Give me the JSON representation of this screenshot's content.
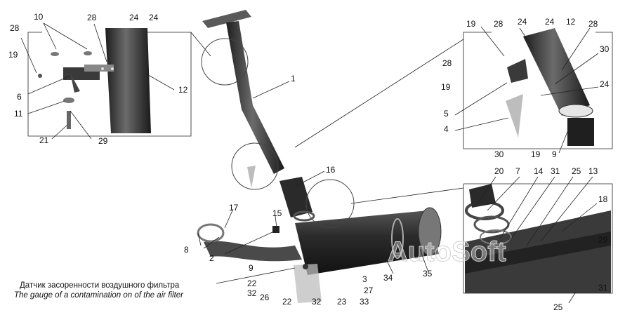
{
  "caption": {
    "ru": "Датчик засоренности воздушного фильтра",
    "en": "The gauge of a contamination on of the air filter"
  },
  "watermark": "AutoSoft",
  "callouts": {
    "left_inset": [
      "28",
      "19",
      "10",
      "28",
      "24",
      "24",
      "6",
      "11",
      "21",
      "29",
      "12"
    ],
    "main": [
      "1",
      "16",
      "17",
      "15",
      "8",
      "2",
      "9",
      "22",
      "32",
      "26",
      "22",
      "32",
      "23",
      "33",
      "27",
      "3",
      "34",
      "35"
    ],
    "right_top_inset": [
      "19",
      "28",
      "24",
      "24",
      "12",
      "28",
      "30",
      "28",
      "19",
      "24",
      "5",
      "4",
      "30",
      "19",
      "9"
    ],
    "right_bottom_inset": [
      "20",
      "7",
      "14",
      "31",
      "25",
      "13",
      "18",
      "29",
      "31",
      "25"
    ]
  },
  "colors": {
    "part_dark": "#2a2a2a",
    "part_mid": "#5a5a5a",
    "part_light": "#bdbdbd",
    "line": "#222222"
  }
}
